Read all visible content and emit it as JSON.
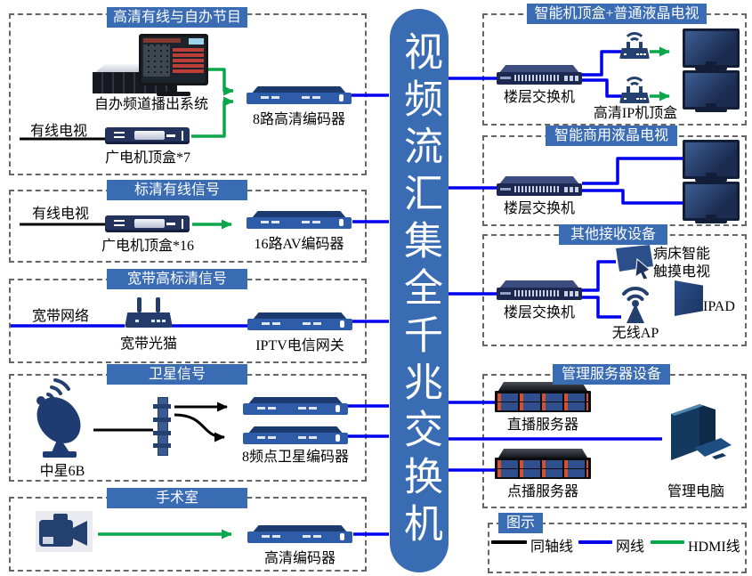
{
  "switch_label": "视频流汇集全千兆交换机",
  "groups_left": [
    {
      "title": "高清有线与自办节目",
      "broadcast": "自办频道播出系统",
      "cable": "有线电视",
      "stb": "广电机顶盒*7",
      "encoder": "8路高清编码器"
    },
    {
      "title": "标清有线信号",
      "cable": "有线电视",
      "stb": "广电机顶盒*16",
      "encoder": "16路AV编码器"
    },
    {
      "title": "宽带高标清信号",
      "network": "宽带网络",
      "modem": "宽带光猫",
      "gateway": "IPTV电信网关"
    },
    {
      "title": "卫星信号",
      "dish": "中星6B",
      "encoder": "8频点卫星编码器"
    },
    {
      "title": "手术室",
      "encoder": "高清编码器"
    }
  ],
  "groups_right": [
    {
      "title": "智能机顶盒+普通液晶电视",
      "switch": "楼层交换机",
      "stb": "高清IP机顶盒"
    },
    {
      "title": "智能商用液晶电视",
      "switch": "楼层交换机"
    },
    {
      "title": "其他接收设备",
      "switch": "楼层交换机",
      "touch_tv_line1": "病床智能",
      "touch_tv_line2": "触摸电视",
      "ap": "无线AP",
      "ipad": "IPAD"
    },
    {
      "title": "管理服务器设备",
      "live_server": "直播服务器",
      "vod_server": "点播服务器",
      "pc": "管理电脑"
    }
  ],
  "legend": {
    "title": "图示",
    "items": [
      {
        "label": "同轴线",
        "color": "#000000"
      },
      {
        "label": "网线",
        "color": "#0000ee"
      },
      {
        "label": "HDMI线",
        "color": "#0aa74a"
      }
    ]
  },
  "colors": {
    "accent": "#3a6cb4",
    "line_blue": "#0000ee",
    "line_green": "#0aa74a",
    "line_black": "#000000"
  }
}
